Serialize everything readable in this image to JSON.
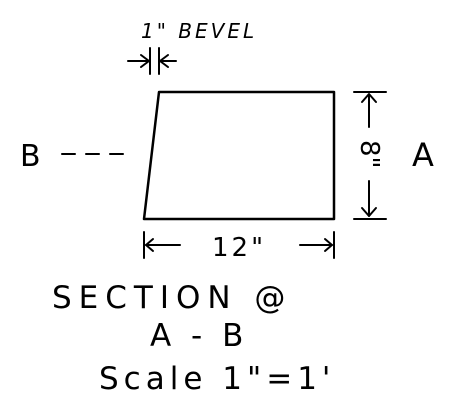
{
  "bevel_label": "1\" BEVEL",
  "left_label": "B",
  "right_label": "A",
  "height_label": "8\"",
  "width_label": "12\"",
  "caption_line1": "SECTION @",
  "caption_line2": "A - B",
  "caption_line3": "Scale 1\"=1'"
}
